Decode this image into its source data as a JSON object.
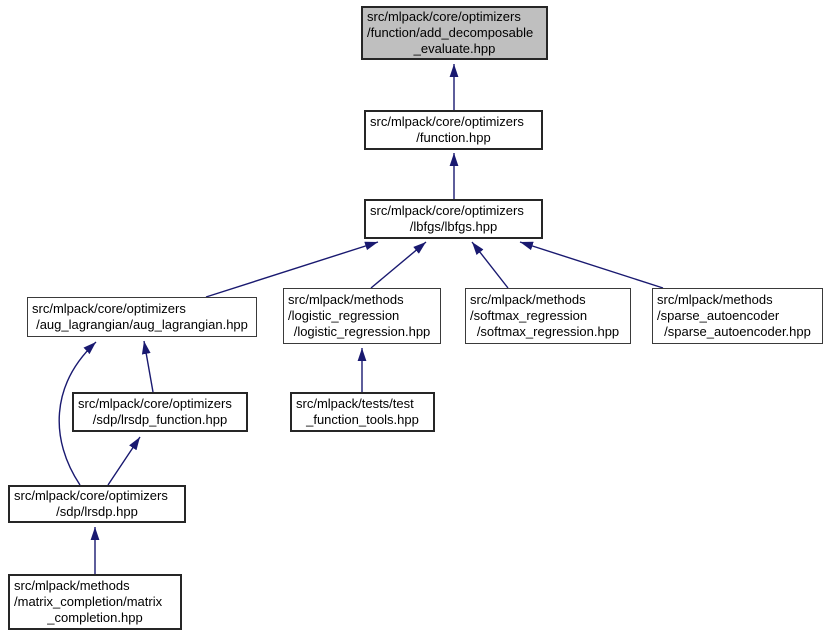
{
  "diagram": {
    "kind": "include-dependency-graph",
    "colors": {
      "background": "#ffffff",
      "node_fill": "#ffffff",
      "highlighted_node_fill": "#bfbfbf",
      "node_border": "#262626",
      "edge": "#191970",
      "text": "#000000"
    },
    "nodes": {
      "add_decomposable_evaluate": {
        "path": "src/mlpack/core/optimizers/function/add_decomposable_evaluate.hpp",
        "lines": [
          "src/mlpack/core/optimizers",
          "/function/add_decomposable",
          "_evaluate.hpp"
        ],
        "highlighted": true
      },
      "function_hpp": {
        "path": "src/mlpack/core/optimizers/function.hpp",
        "lines": [
          "src/mlpack/core/optimizers",
          "/function.hpp"
        ]
      },
      "lbfgs": {
        "path": "src/mlpack/core/optimizers/lbfgs/lbfgs.hpp",
        "lines": [
          "src/mlpack/core/optimizers",
          "/lbfgs/lbfgs.hpp"
        ]
      },
      "aug_lagrangian": {
        "path": "src/mlpack/core/optimizers/aug_lagrangian/aug_lagrangian.hpp",
        "lines": [
          "src/mlpack/core/optimizers",
          "/aug_lagrangian/aug_lagrangian.hpp"
        ]
      },
      "logistic_regression": {
        "path": "src/mlpack/methods/logistic_regression/logistic_regression.hpp",
        "lines": [
          "src/mlpack/methods",
          "/logistic_regression",
          "/logistic_regression.hpp"
        ]
      },
      "softmax_regression": {
        "path": "src/mlpack/methods/softmax_regression/softmax_regression.hpp",
        "lines": [
          "src/mlpack/methods",
          "/softmax_regression",
          "/softmax_regression.hpp"
        ]
      },
      "sparse_autoencoder": {
        "path": "src/mlpack/methods/sparse_autoencoder/sparse_autoencoder.hpp",
        "lines": [
          "src/mlpack/methods",
          "/sparse_autoencoder",
          "/sparse_autoencoder.hpp"
        ]
      },
      "lrsdp_function": {
        "path": "src/mlpack/core/optimizers/sdp/lrsdp_function.hpp",
        "lines": [
          "src/mlpack/core/optimizers",
          "/sdp/lrsdp_function.hpp"
        ]
      },
      "test_function_tools": {
        "path": "src/mlpack/tests/test_function_tools.hpp",
        "lines": [
          "src/mlpack/tests/test",
          "_function_tools.hpp"
        ]
      },
      "lrsdp": {
        "path": "src/mlpack/core/optimizers/sdp/lrsdp.hpp",
        "lines": [
          "src/mlpack/core/optimizers",
          "/sdp/lrsdp.hpp"
        ]
      },
      "matrix_completion": {
        "path": "src/mlpack/methods/matrix_completion/matrix_completion.hpp",
        "lines": [
          "src/mlpack/methods",
          "/matrix_completion/matrix",
          "_completion.hpp"
        ]
      }
    },
    "edges": [
      {
        "from": "function_hpp",
        "to": "add_decomposable_evaluate"
      },
      {
        "from": "lbfgs",
        "to": "function_hpp"
      },
      {
        "from": "aug_lagrangian",
        "to": "lbfgs"
      },
      {
        "from": "logistic_regression",
        "to": "lbfgs"
      },
      {
        "from": "softmax_regression",
        "to": "lbfgs"
      },
      {
        "from": "sparse_autoencoder",
        "to": "lbfgs"
      },
      {
        "from": "lrsdp_function",
        "to": "aug_lagrangian"
      },
      {
        "from": "lrsdp",
        "to": "aug_lagrangian"
      },
      {
        "from": "lrsdp",
        "to": "lrsdp_function"
      },
      {
        "from": "matrix_completion",
        "to": "lrsdp"
      },
      {
        "from": "test_function_tools",
        "to": "logistic_regression"
      }
    ]
  }
}
